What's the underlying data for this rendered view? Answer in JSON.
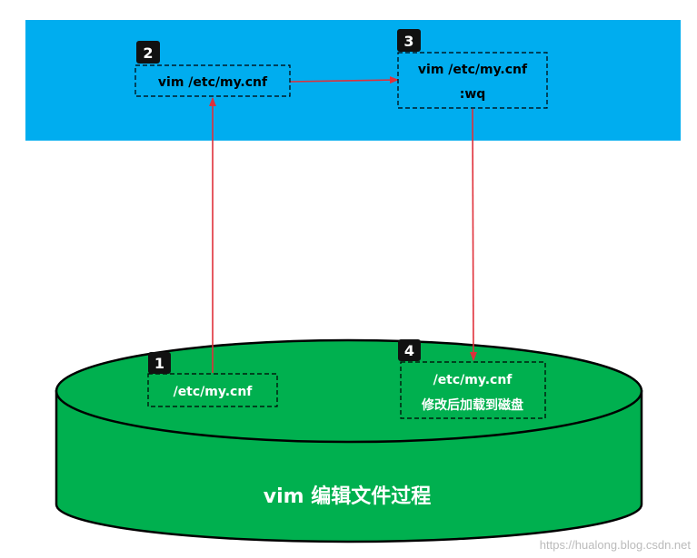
{
  "colors": {
    "memory_band": "#00ADEF",
    "disk": "#00B04F",
    "disk_outline": "#000000",
    "arrow": "#E0303A",
    "badge_bg": "#111111",
    "box_border": "#000000",
    "text_on_blue": "#000000",
    "text_on_green": "#FFFFFF",
    "watermark": "#BBBBBB"
  },
  "steps": {
    "step1": {
      "badge": "1",
      "lines": [
        "/etc/my.cnf"
      ]
    },
    "step2": {
      "badge": "2",
      "lines": [
        "vim /etc/my.cnf"
      ]
    },
    "step3": {
      "badge": "3",
      "lines": [
        "vim /etc/my.cnf",
        ":wq"
      ]
    },
    "step4": {
      "badge": "4",
      "lines": [
        "/etc/my.cnf",
        "修改后加载到磁盘"
      ]
    }
  },
  "disk_title": "vim 编辑文件过程",
  "watermark": "https://hualong.blog.csdn.net"
}
